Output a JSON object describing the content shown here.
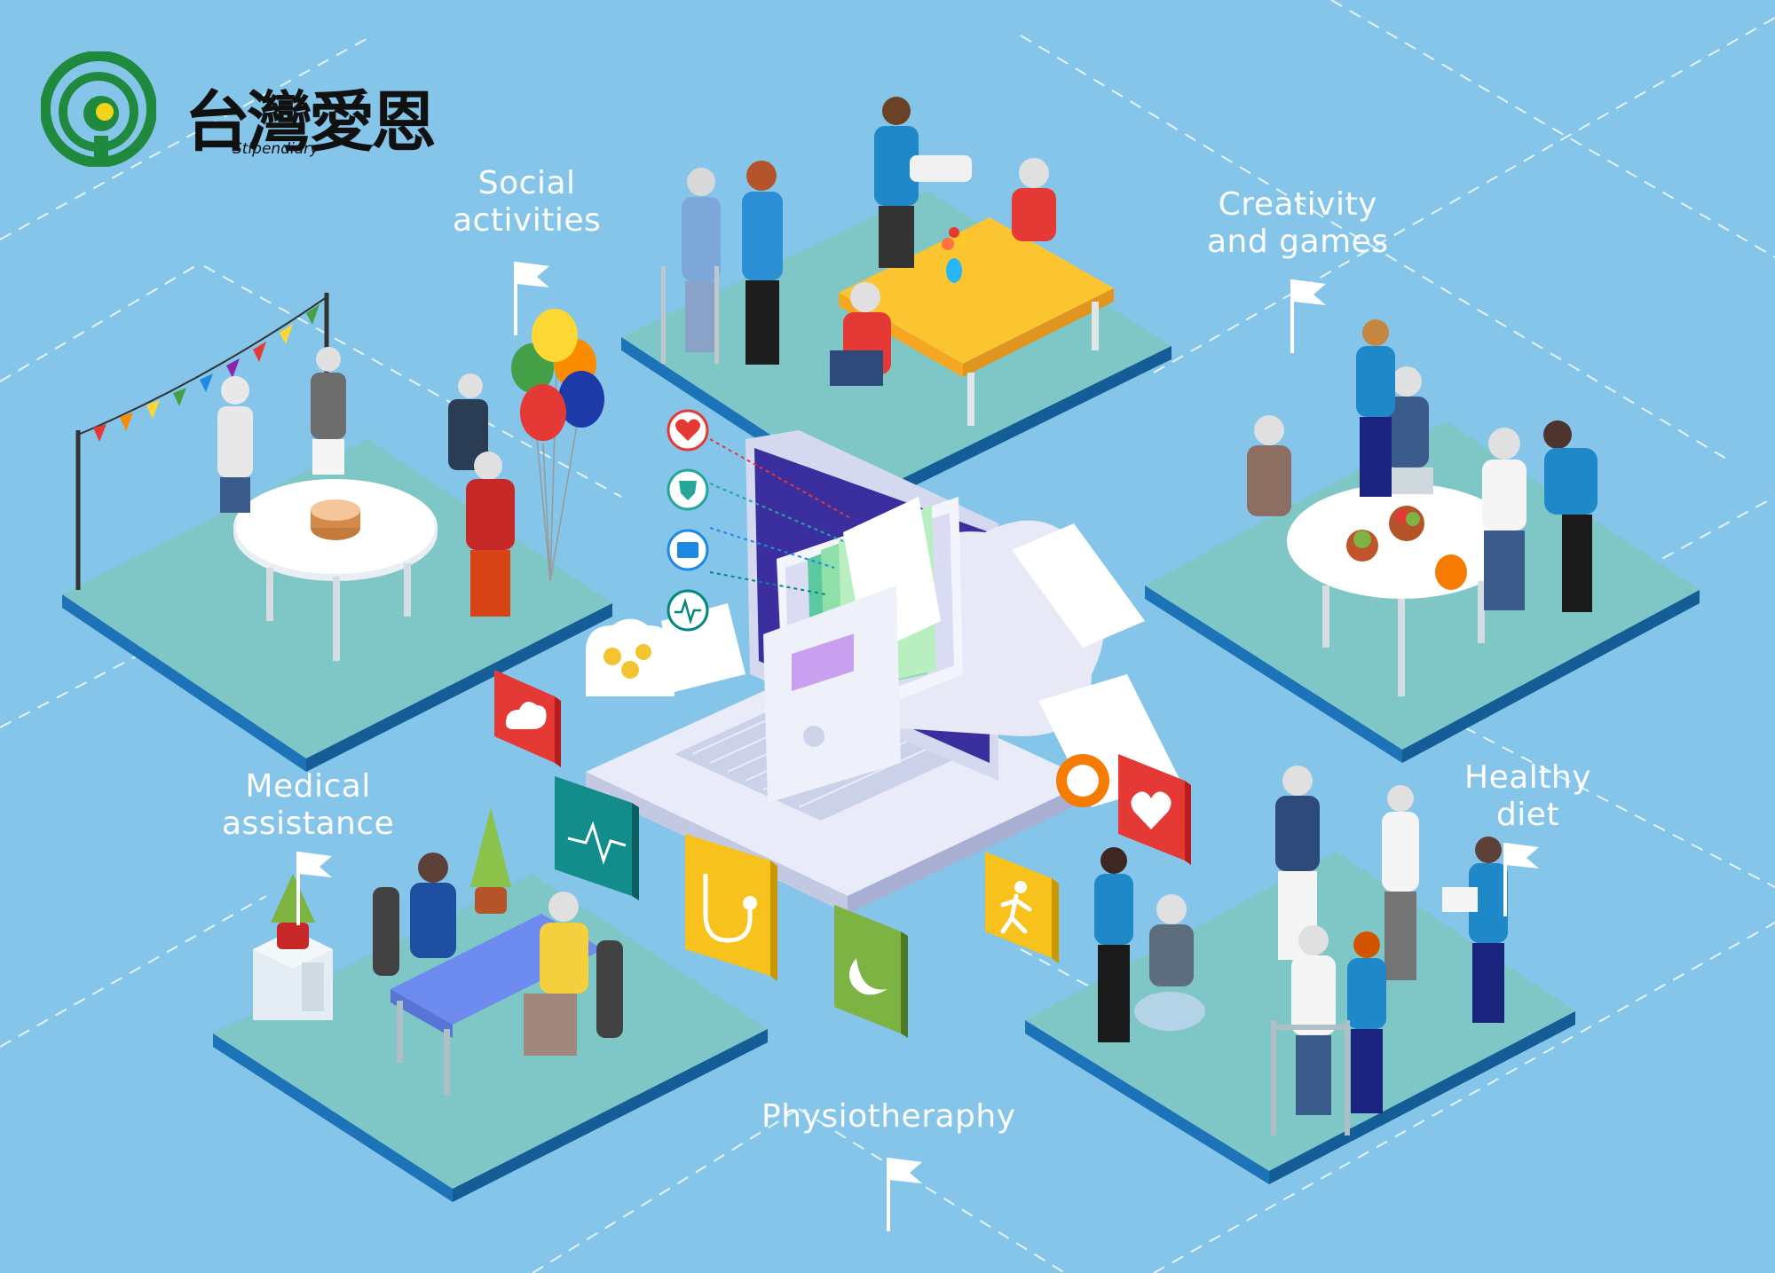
{
  "brand": {
    "name_cn": "台灣愛恩",
    "name_en": "Stipendiary",
    "colors": {
      "green": "#1f8a3e",
      "yellow": "#f3d41c"
    }
  },
  "background_color": "#84c5e9",
  "labels": {
    "social": [
      "Social",
      "activities"
    ],
    "creativity": [
      "Creativity",
      "and games"
    ],
    "medical": [
      "Medical",
      "assistance"
    ],
    "diet": [
      "Healthy",
      "diet"
    ],
    "physio": [
      "Physiotheraphy"
    ]
  },
  "icons": [
    "heart-icon",
    "shield-icon",
    "folder-icon",
    "pulse-icon",
    "cloud-icon",
    "stethoscope-icon",
    "moon-icon",
    "runner-icon",
    "balloon-icon",
    "cake-icon"
  ]
}
